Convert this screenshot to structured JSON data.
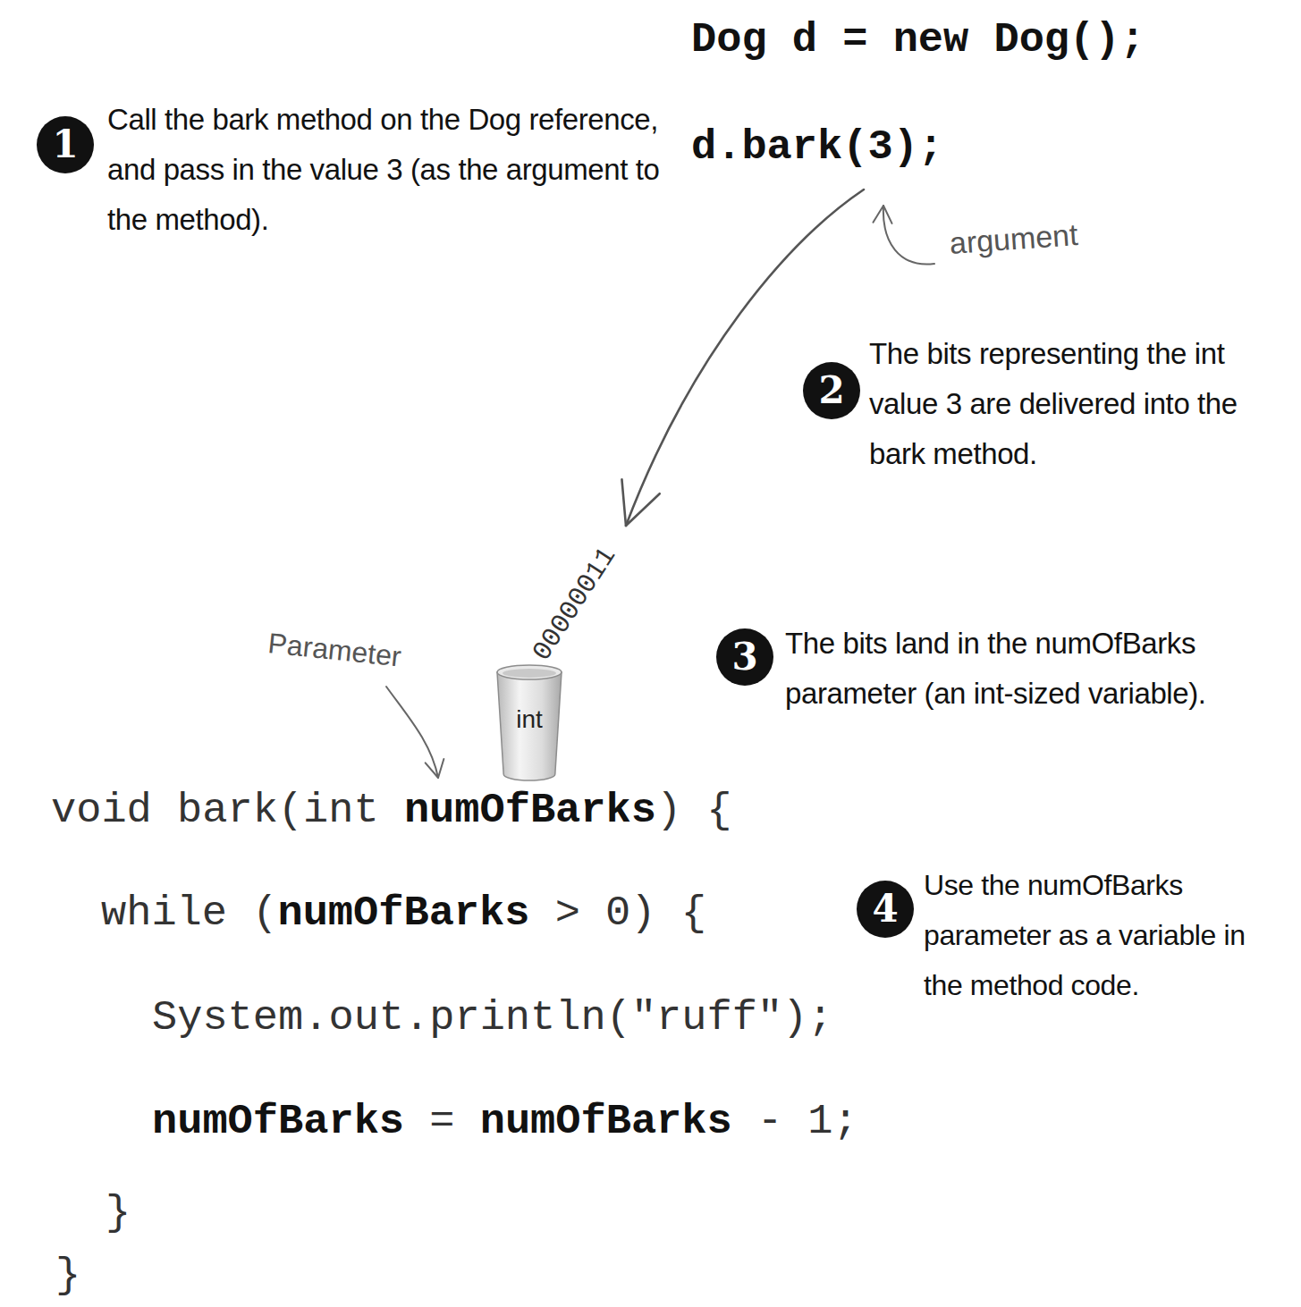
{
  "diagram": {
    "nodes": [
      {
        "text": [
          "1"
        ]
      },
      {
        "text": [
          "2"
        ]
      },
      {
        "text": [
          "3"
        ]
      },
      {
        "text": [
          "int"
        ]
      },
      {
        "text": [
          "4"
        ]
      }
    ],
    "labels": [
      "Dog d = new Dog();",
      "Call the bark method on the Dog reference, and pass in the value 3 (as the argument to the method).",
      "d.bark(3);",
      "argument",
      "The bits representing the int value 3 are delivered into the bark method.",
      "00000011",
      "Parameter",
      "The bits land in the numOfBarks parameter (an int-sized variable).",
      "void bark(int numOfBarks) {",
      "while (numOfBarks > 0) {",
      "Use the numOfBarks parameter as a variable in the method code.",
      "System.out.println(\"ruff\");",
      "numOfBarks = numOfBarks - 1;",
      "}",
      "}"
    ]
  }
}
